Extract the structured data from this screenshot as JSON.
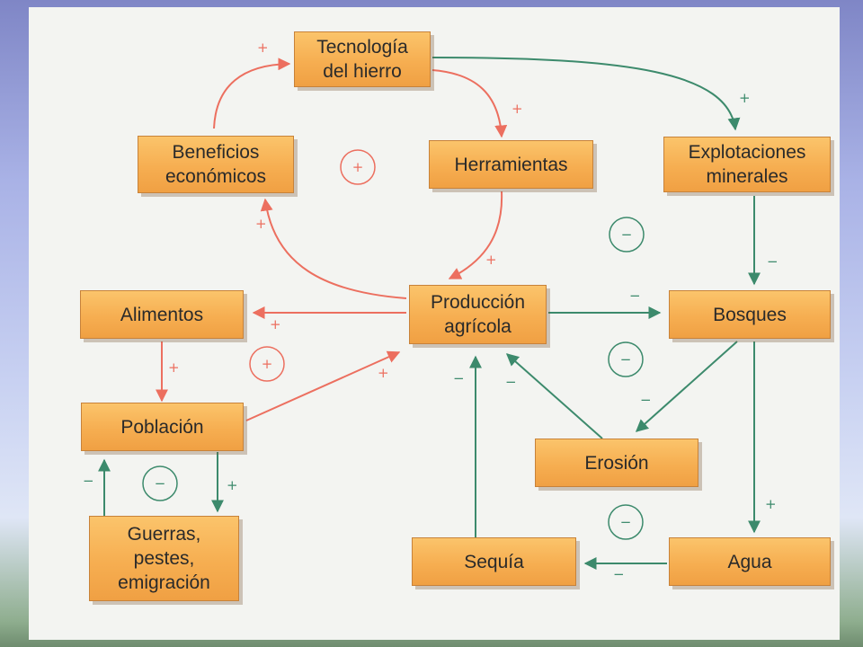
{
  "nodes": {
    "tecnologia": "Tecnología\ndel hierro",
    "beneficios": "Beneficios\neconómicos",
    "herramientas": "Herramientas",
    "explotaciones": "Explotaciones\nminerales",
    "alimentos": "Alimentos",
    "produccion": "Producción\nagrícola",
    "bosques": "Bosques",
    "poblacion": "Población",
    "erosion": "Erosión",
    "guerras": "Guerras,\npestes,\nemigración",
    "sequia": "Sequía",
    "agua": "Agua"
  },
  "loops": {
    "loop_economic": "+",
    "loop_mining": "−",
    "loop_population": "+",
    "loop_erosion": "−",
    "loop_war": "−",
    "loop_water": "−"
  },
  "edge_signs": {
    "beneficios_tecnologia": "+",
    "tecnologia_herramientas": "+",
    "tecnologia_explotaciones": "+",
    "produccion_beneficios": "+",
    "herramientas_produccion": "+",
    "explotaciones_bosques": "−",
    "produccion_alimentos": "+",
    "produccion_bosques": "−",
    "alimentos_poblacion": "+",
    "poblacion_produccion": "+",
    "bosques_erosion": "−",
    "erosion_produccion": "−",
    "sequia_produccion": "−",
    "poblacion_guerras": "+",
    "guerras_poblacion": "−",
    "bosques_agua": "+",
    "agua_sequia": "−"
  },
  "colors": {
    "positive_link": "#ec6f5f",
    "negative_link": "#3c8a6c",
    "box_fill": "#f6ae51"
  }
}
